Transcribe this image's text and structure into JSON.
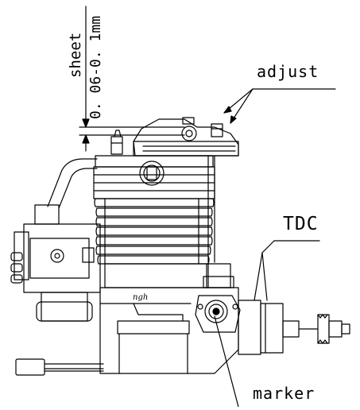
{
  "labels": {
    "sheet": "sheet",
    "gap": "0. 06-0. 1mm",
    "adjust": "adjust",
    "tdc": "TDC",
    "marker": "marker",
    "brand": "ngh"
  },
  "colors": {
    "line": "#000000",
    "background": "#ffffff"
  }
}
